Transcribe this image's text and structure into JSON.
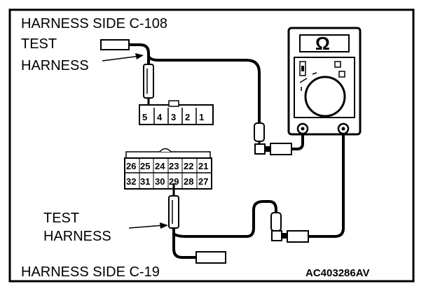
{
  "labels": {
    "top_connector": "HARNESS SIDE C-108",
    "bottom_connector": "HARNESS SIDE C-19",
    "test_harness_top_line1": "TEST",
    "test_harness_top_line2": "HARNESS",
    "test_harness_bottom_line1": "TEST",
    "test_harness_bottom_line2": "HARNESS",
    "figure_code": "AC403286AV",
    "meter_symbol": "Ω"
  },
  "connector_c108": {
    "pins": [
      "5",
      "4",
      "3",
      "2",
      "1"
    ]
  },
  "connector_c19": {
    "top_row": [
      "26",
      "25",
      "24",
      "23",
      "22",
      "21"
    ],
    "bottom_row": [
      "32",
      "31",
      "30",
      "29",
      "28",
      "27"
    ]
  },
  "colors": {
    "line": "#000000",
    "background": "#ffffff"
  }
}
